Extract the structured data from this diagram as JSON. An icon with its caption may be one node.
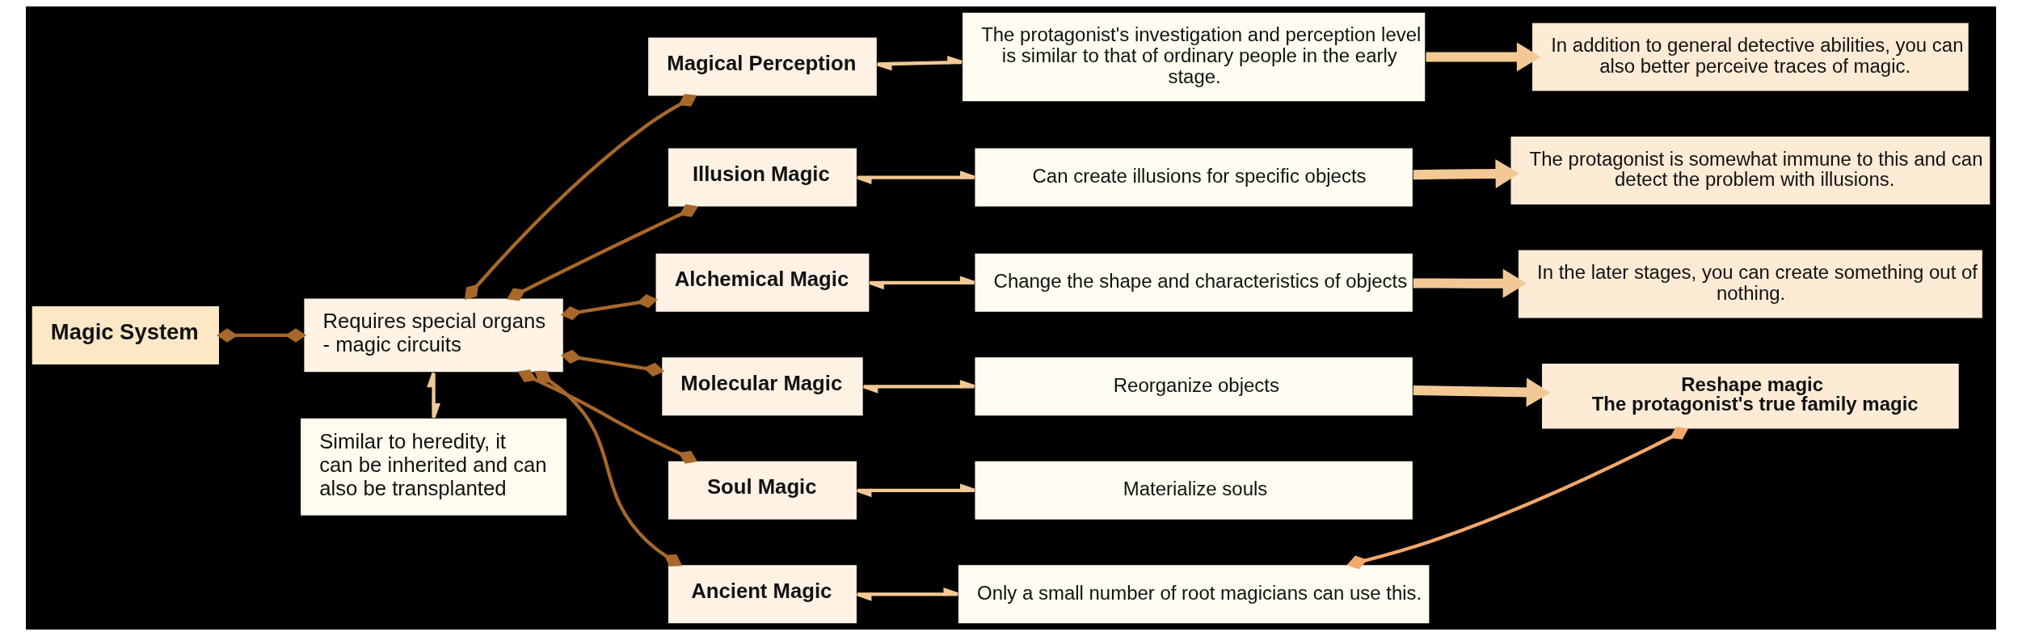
{
  "diagram": {
    "nodes": [
      {
        "text": [
          "Magic System"
        ]
      },
      {
        "text": [
          "Requires special organs - magic circuits"
        ]
      },
      {
        "text": [
          "Similar to heredity, it can be inherited and can also be transplanted"
        ]
      },
      {
        "text": [
          "Magical Perception"
        ]
      },
      {
        "text": [
          "The protagonist's investigation and perception level is similar to that of ordinary people in the early stage."
        ]
      },
      {
        "text": [
          "In addition to general detective abilities, you can also better perceive traces of magic."
        ]
      },
      {
        "text": [
          "Illusion Magic"
        ]
      },
      {
        "text": [
          "Can create illusions for specific objects"
        ]
      },
      {
        "text": [
          "The protagonist is somewhat immune to this and can detect the problem with illusions."
        ]
      },
      {
        "text": [
          "Alchemical Magic"
        ]
      },
      {
        "text": [
          "Change the shape and characteristics of objects"
        ]
      },
      {
        "text": [
          "In the later stages, you can create something out of nothing."
        ]
      },
      {
        "text": [
          "Molecular Magic"
        ]
      },
      {
        "text": [
          "Reorganize objects"
        ]
      },
      {
        "text": [
          "Reshape magic",
          "The protagonist's true family magic"
        ]
      },
      {
        "text": [
          "Soul Magic"
        ]
      },
      {
        "text": [
          "Materialize souls"
        ]
      },
      {
        "text": [
          "Ancient Magic"
        ]
      },
      {
        "text": [
          "Only a small number of root magicians can use this."
        ]
      }
    ],
    "edges": [
      {
        "from": 0,
        "to": 1,
        "arrow": "other",
        "color": "#a8682a"
      },
      {
        "from": 1,
        "to": 2,
        "arrow": "both",
        "color": "#f2c994"
      },
      {
        "from": 1,
        "to": 3,
        "arrow": "other",
        "color": "#a8682a"
      },
      {
        "from": 1,
        "to": 6,
        "arrow": "other",
        "color": "#a8682a"
      },
      {
        "from": 1,
        "to": 9,
        "arrow": "other",
        "color": "#a8682a"
      },
      {
        "from": 1,
        "to": 12,
        "arrow": "other",
        "color": "#a8682a"
      },
      {
        "from": 1,
        "to": 15,
        "arrow": "other",
        "color": "#a8682a"
      },
      {
        "from": 1,
        "to": 17,
        "arrow": "other",
        "color": "#a8682a"
      },
      {
        "from": 3,
        "to": 4,
        "arrow": "both",
        "color": "#f2c994"
      },
      {
        "from": 4,
        "to": 5,
        "arrow": "to",
        "style": "thick",
        "color": "#f2c994"
      },
      {
        "from": 6,
        "to": 7,
        "arrow": "both",
        "color": "#f2c994"
      },
      {
        "from": 7,
        "to": 8,
        "arrow": "to",
        "style": "thick",
        "color": "#f2c994"
      },
      {
        "from": 9,
        "to": 10,
        "arrow": "both",
        "color": "#f2c994"
      },
      {
        "from": 10,
        "to": 11,
        "arrow": "to",
        "style": "thick",
        "color": "#f2c994"
      },
      {
        "from": 12,
        "to": 13,
        "arrow": "both",
        "color": "#f2c994"
      },
      {
        "from": 13,
        "to": 14,
        "arrow": "to",
        "style": "thick",
        "color": "#f2c994"
      },
      {
        "from": 15,
        "to": 16,
        "arrow": "both",
        "color": "#f2c994"
      },
      {
        "from": 17,
        "to": 18,
        "arrow": "both",
        "color": "#f2c994"
      },
      {
        "from": 18,
        "to": 14,
        "arrow": "other",
        "color": "#f4a86a"
      }
    ]
  }
}
